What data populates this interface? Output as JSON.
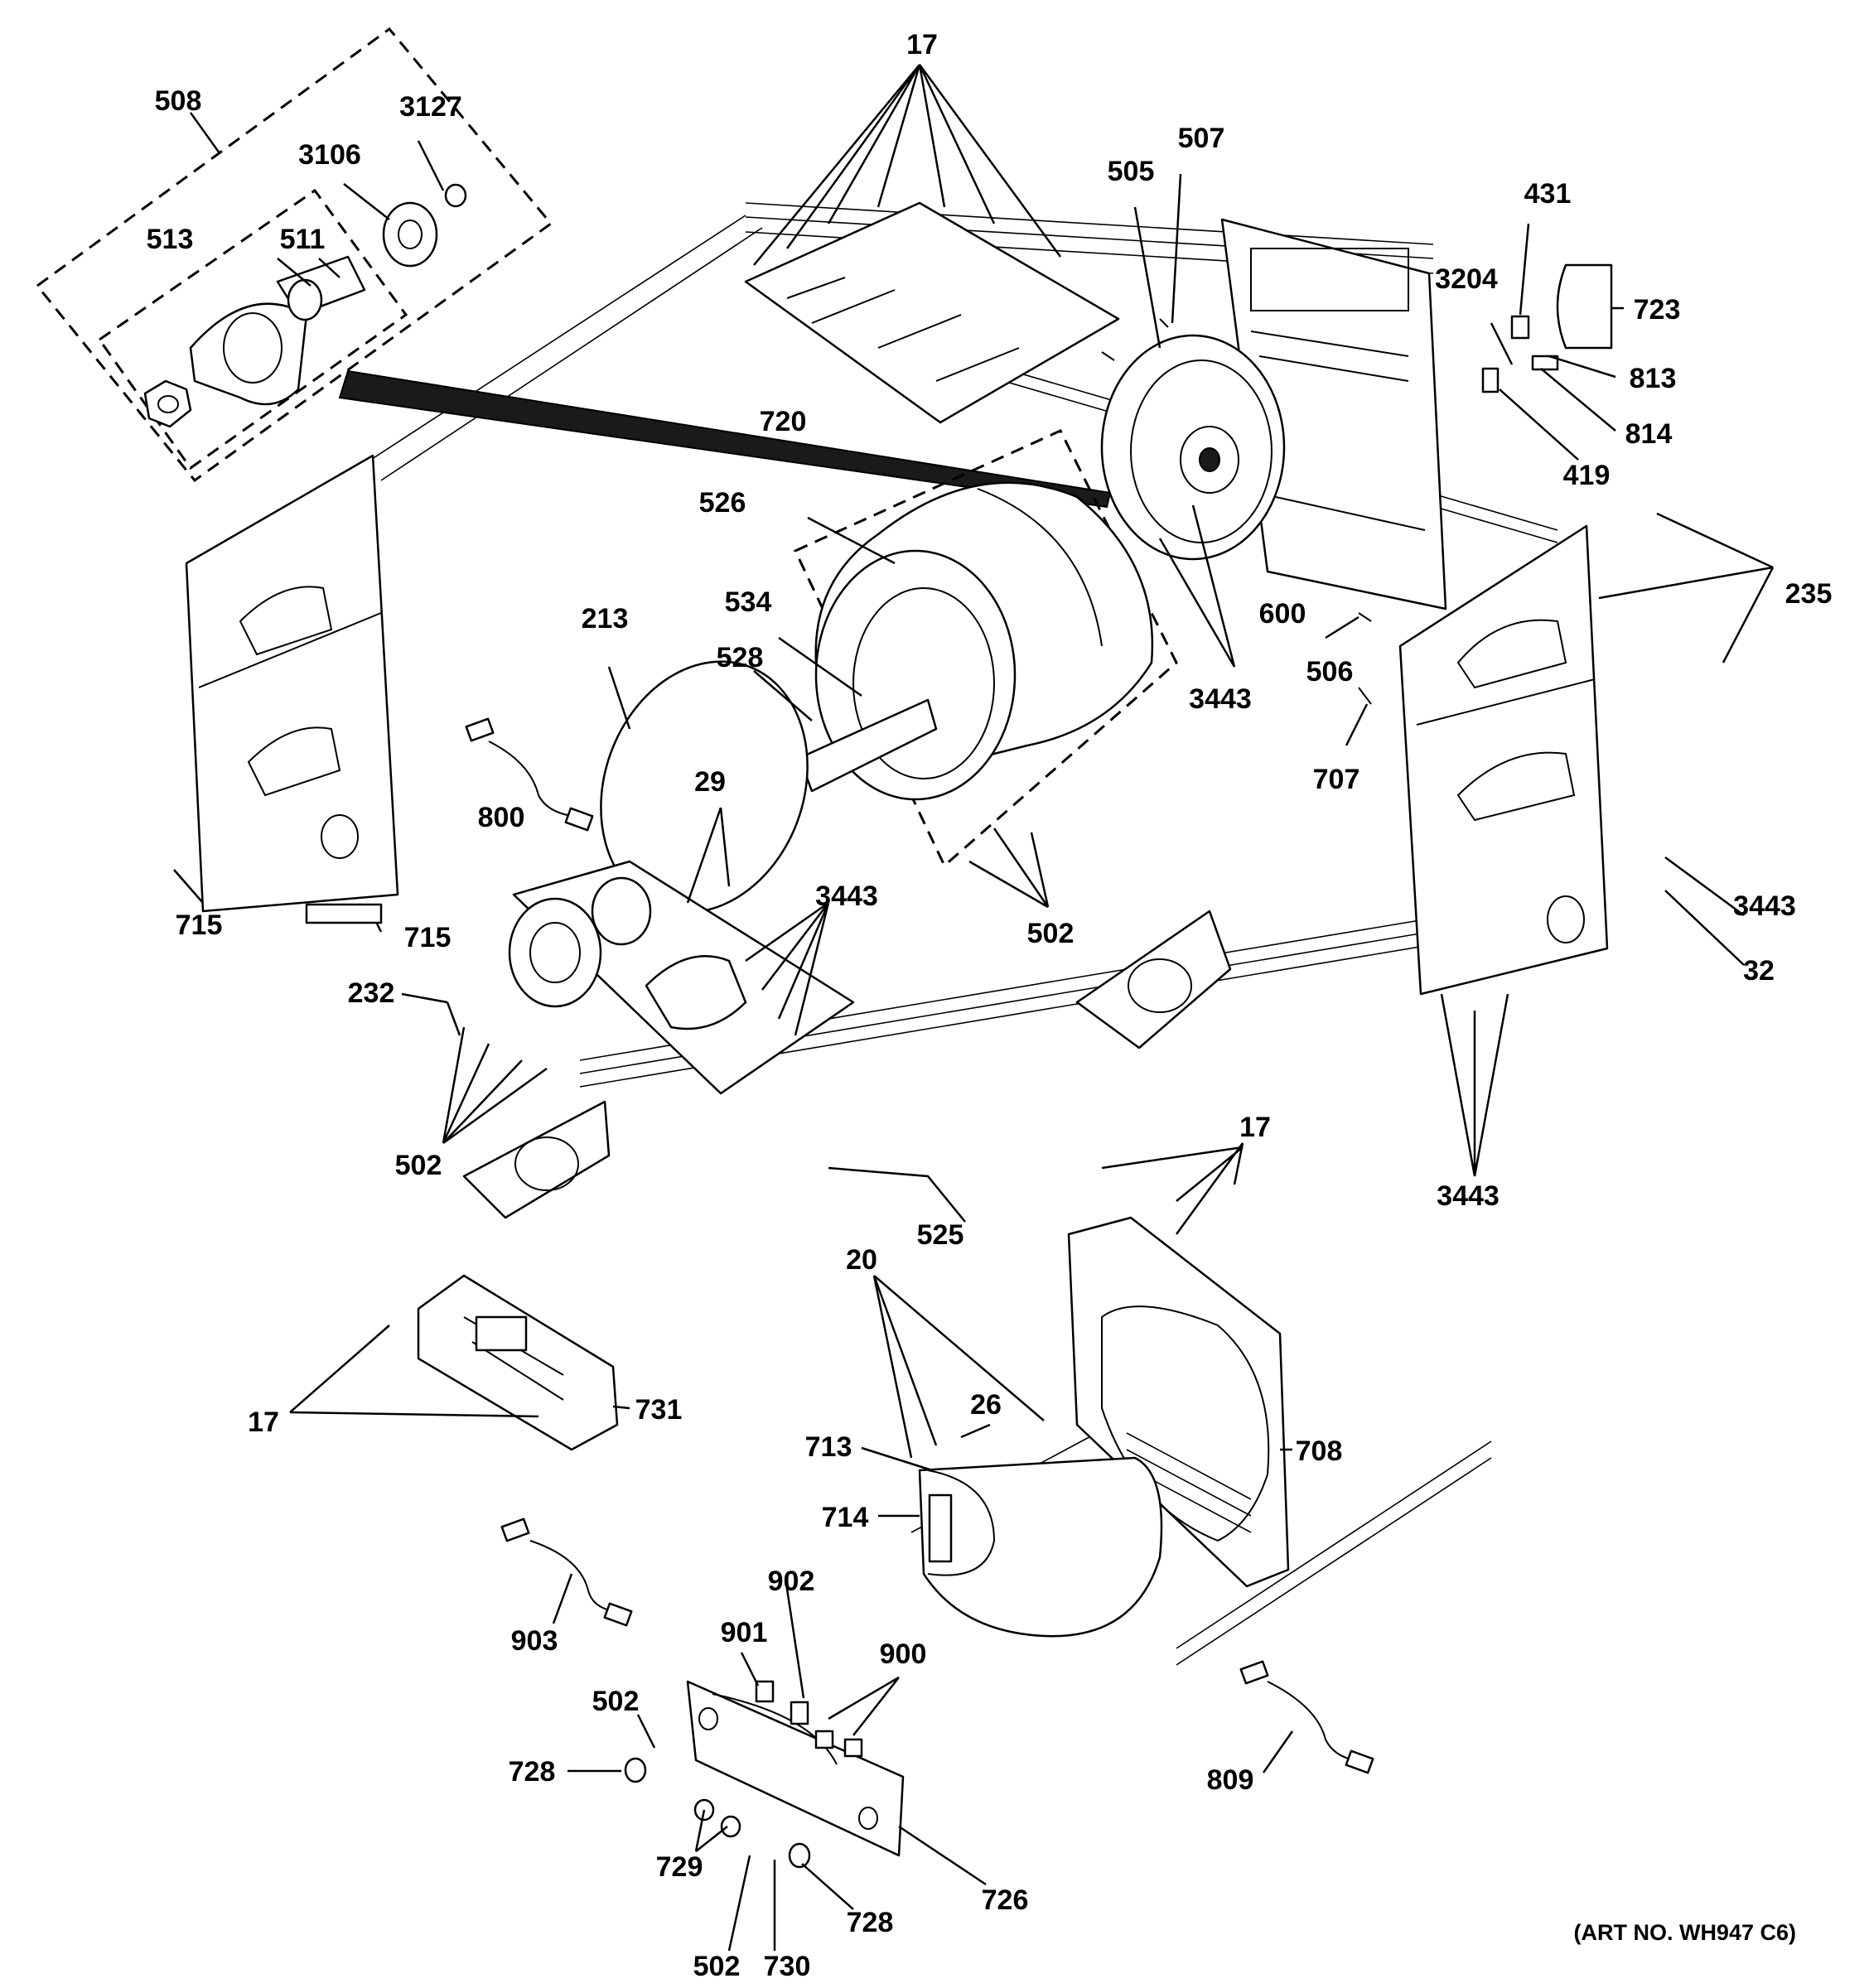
{
  "diagram": {
    "art_number": "(ART NO. WH947 C6)",
    "callouts": [
      {
        "id": "c17a",
        "text": "17"
      },
      {
        "id": "c508",
        "text": "508"
      },
      {
        "id": "c3127",
        "text": "3127"
      },
      {
        "id": "c3106",
        "text": "3106"
      },
      {
        "id": "c513",
        "text": "513"
      },
      {
        "id": "c511",
        "text": "511"
      },
      {
        "id": "c505",
        "text": "505"
      },
      {
        "id": "c507",
        "text": "507"
      },
      {
        "id": "c431",
        "text": "431"
      },
      {
        "id": "c3204",
        "text": "3204"
      },
      {
        "id": "c723",
        "text": "723"
      },
      {
        "id": "c813",
        "text": "813"
      },
      {
        "id": "c814",
        "text": "814"
      },
      {
        "id": "c419",
        "text": "419"
      },
      {
        "id": "c720",
        "text": "720"
      },
      {
        "id": "c526",
        "text": "526"
      },
      {
        "id": "c600",
        "text": "600"
      },
      {
        "id": "c235",
        "text": "235"
      },
      {
        "id": "c213",
        "text": "213"
      },
      {
        "id": "c534",
        "text": "534"
      },
      {
        "id": "c528",
        "text": "528"
      },
      {
        "id": "c3443a",
        "text": "3443"
      },
      {
        "id": "c506",
        "text": "506"
      },
      {
        "id": "c707",
        "text": "707"
      },
      {
        "id": "c800",
        "text": "800"
      },
      {
        "id": "c29",
        "text": "29"
      },
      {
        "id": "c715a",
        "text": "715"
      },
      {
        "id": "c715b",
        "text": "715"
      },
      {
        "id": "c3443b",
        "text": "3443"
      },
      {
        "id": "c502a",
        "text": "502"
      },
      {
        "id": "c3443c",
        "text": "3443"
      },
      {
        "id": "c32",
        "text": "32"
      },
      {
        "id": "c232",
        "text": "232"
      },
      {
        "id": "c502b",
        "text": "502"
      },
      {
        "id": "c525",
        "text": "525"
      },
      {
        "id": "c17b",
        "text": "17"
      },
      {
        "id": "c3443d",
        "text": "3443"
      },
      {
        "id": "c20",
        "text": "20"
      },
      {
        "id": "c17c",
        "text": "17"
      },
      {
        "id": "c731",
        "text": "731"
      },
      {
        "id": "c26",
        "text": "26"
      },
      {
        "id": "c713",
        "text": "713"
      },
      {
        "id": "c708",
        "text": "708"
      },
      {
        "id": "c714",
        "text": "714"
      },
      {
        "id": "c903",
        "text": "903"
      },
      {
        "id": "c902",
        "text": "902"
      },
      {
        "id": "c901",
        "text": "901"
      },
      {
        "id": "c900",
        "text": "900"
      },
      {
        "id": "c502c",
        "text": "502"
      },
      {
        "id": "c728a",
        "text": "728"
      },
      {
        "id": "c809",
        "text": "809"
      },
      {
        "id": "c729",
        "text": "729"
      },
      {
        "id": "c502d",
        "text": "502"
      },
      {
        "id": "c730",
        "text": "730"
      },
      {
        "id": "c728b",
        "text": "728"
      },
      {
        "id": "c726",
        "text": "726"
      }
    ]
  }
}
